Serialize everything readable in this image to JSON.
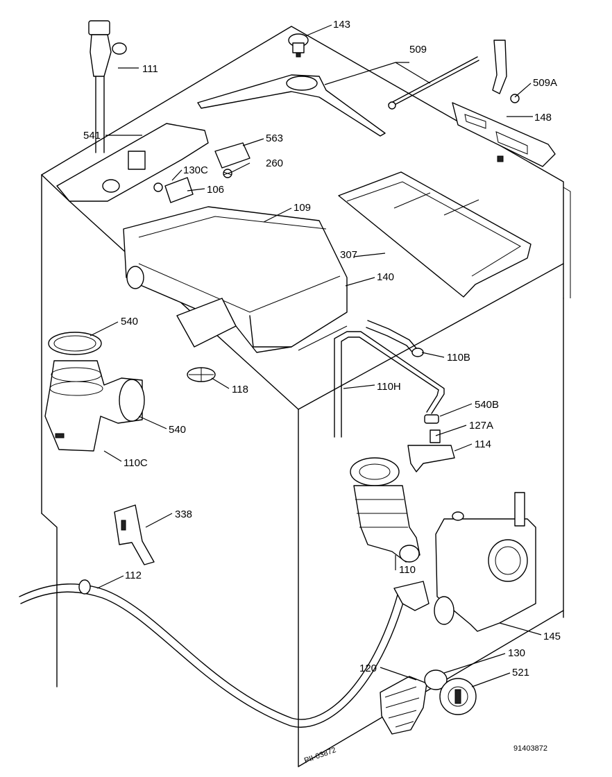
{
  "labels": {
    "p111": "111",
    "p143": "143",
    "p509": "509",
    "p509a": "509A",
    "p148": "148",
    "p541": "541",
    "p563": "563",
    "p260": "260",
    "p130c": "130C",
    "p106": "106",
    "p109": "109",
    "p307": "307",
    "p140": "140",
    "p540_top": "540",
    "p110b": "110B",
    "p118": "118",
    "p110h": "110H",
    "p540b": "540B",
    "p540_mid": "540",
    "p127a": "127A",
    "p114": "114",
    "p110c": "110C",
    "p338": "338",
    "p112": "112",
    "p110": "110",
    "p145": "145",
    "p130": "130",
    "p120": "120",
    "p521": "521"
  },
  "footer": {
    "code": "91403872",
    "stamp": "PII-03872"
  }
}
